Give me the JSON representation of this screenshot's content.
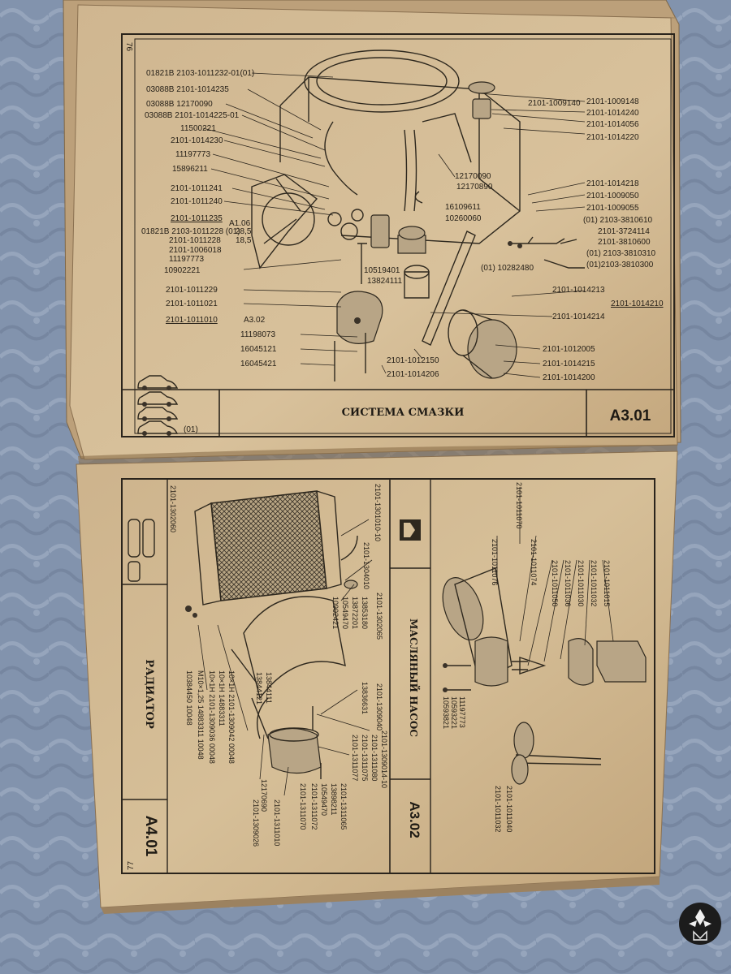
{
  "top_page": {
    "page_number": "76",
    "title": "СИСТЕМА СМАЗКИ",
    "code": "А3.01",
    "car_variant_label": "(01)",
    "labels_left": [
      "01821В 2103-1011232-01(01)",
      "03088В 2101-1014235",
      "03088В 12170090",
      "03088В 2101-1014225-01",
      "11500221",
      "2101-1014230",
      "11197773",
      "15896211",
      "2101-1011241",
      "2101-1011240",
      "2101-1011235",
      "01821В 2103-1011228 (01)",
      "2101-1011228",
      "2101-1006018",
      "11197773",
      "10902221",
      "2101-1011229",
      "2101-1011021",
      "2101-1011010",
      "11198073",
      "16045121",
      "16045421"
    ],
    "label_a106": "А1.06",
    "label_a106_d1": "28,5",
    "label_a106_d2": "18,5",
    "label_a302": "А3.02",
    "labels_center": [
      "12170090",
      "12170890",
      "16109611",
      "10260060",
      "10519401",
      "13824111",
      "2101-1012150",
      "2101-1014206"
    ],
    "labels_right": [
      "2101-1009148",
      "2101-1009140",
      "2101-1014240",
      "2101-1014056",
      "2101-1014220",
      "2101-1014218",
      "2101-1009050",
      "2101-1009055",
      "(01) 2103-3810610",
      "2101-3724114",
      "2101-3810600",
      "(01) 2103-3810310",
      "(01)2103-3810300",
      "(01) 10282480",
      "2101-1014213",
      "2101-1014210",
      "2101-1014214",
      "2101-1012005",
      "2101-1014215",
      "2101-1014200"
    ]
  },
  "bottom_page": {
    "page_number": "77",
    "left_plate": {
      "title": "МАСЛЯНЫЙ НАСОС",
      "code": "А3.02",
      "labels": [
        "2101-1011070",
        "2101-1011076",
        "2101-1011074",
        "2101-1011015",
        "2101-1011032",
        "2101-1011030",
        "2101-1011036",
        "2101-1011050",
        "11197773",
        "10593221",
        "10593821",
        "2101-1011040",
        "2101-1011032"
      ]
    },
    "right_plate": {
      "title": "РАДИАТОР",
      "code": "А4.01",
      "labels": [
        "2101-1301010-10",
        "2101-1302060",
        "2101-1304010",
        "2101-1302065",
        "13853180",
        "13872201",
        "10549470",
        "10902421",
        "2101-1309040",
        "13836631",
        "2101-1309014-10",
        "2101-1311080",
        "2101-1311075",
        "2101-1311077",
        "2101-1311065",
        "13898211",
        "10549470",
        "2101-1311072",
        "2101-1311070",
        "2101-1311010",
        "2101-1309026",
        "12170690",
        "13844111",
        "13844121",
        "10×1Н 2101-1309042 00048",
        "10×1Н 14883311",
        "10×1Н 2101-1309036 00048",
        "М10×1,25 14883311 10048",
        "10384450 10048"
      ]
    }
  }
}
